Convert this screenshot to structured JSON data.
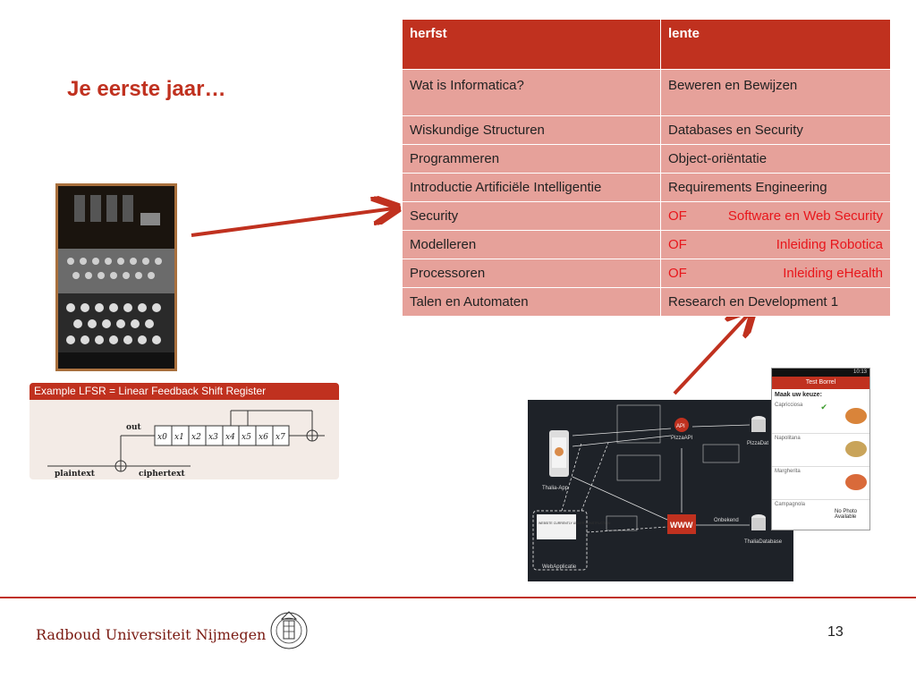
{
  "slide": {
    "title": "Je eerste jaar…",
    "page_number": "13",
    "university": "Radboud Universiteit Nijmegen"
  },
  "table": {
    "headers": [
      "herfst",
      "lente"
    ],
    "rows": [
      {
        "herfst": "Wat is Informatica?",
        "lente": "Beweren en Bewijzen"
      },
      {
        "herfst": "Wiskundige Structuren",
        "lente": "Databases en Security"
      },
      {
        "herfst": "Programmeren",
        "lente": "Object-oriëntatie"
      },
      {
        "herfst": "Introductie Artificiële Intelligentie",
        "lente": "Requirements Engineering"
      },
      {
        "herfst": "Security",
        "lente_prefix": "OF",
        "lente": "Software en Web Security"
      },
      {
        "herfst": "Modelleren",
        "lente_prefix": "OF",
        "lente": "Inleiding Robotica"
      },
      {
        "herfst": "Processoren",
        "lente_prefix": "OF",
        "lente": "Inleiding eHealth"
      },
      {
        "herfst": "Talen en Automaten",
        "lente": "Research en Development 1"
      }
    ]
  },
  "lfsr": {
    "title": "Example LFSR = Linear Feedback Shift Register",
    "out_label": "out",
    "plaintext_label": "plaintext",
    "ciphertext_label": "ciphertext",
    "cells": [
      "x0",
      "x1",
      "x2",
      "x3",
      "x4",
      "x5",
      "x6",
      "x7"
    ]
  },
  "architecture": {
    "app_label": "Thalia-App",
    "api_label": "PizzaAPI",
    "api_badge": "API",
    "db_top_label": "PizzaDat",
    "web_label": "WebApplicatie",
    "www_label": "WWW",
    "db_bottom_label": "ThaliaDatabase",
    "onbekend_label": "Onbekend",
    "site_under_construction": "WEBSITE CURRENTLY UNDER CONSTRUCTION"
  },
  "phone": {
    "status": "10:13",
    "app_title": "Test Borrel",
    "prompt": "Maak uw keuze:",
    "items": [
      "Capricciosa",
      "Napolitana",
      "Margherita",
      "Campagnola"
    ],
    "no_photo": "No Photo Available"
  },
  "colors": {
    "accent": "#c0311f",
    "row": "#e6a19a",
    "alt_red": "#e8161b"
  }
}
